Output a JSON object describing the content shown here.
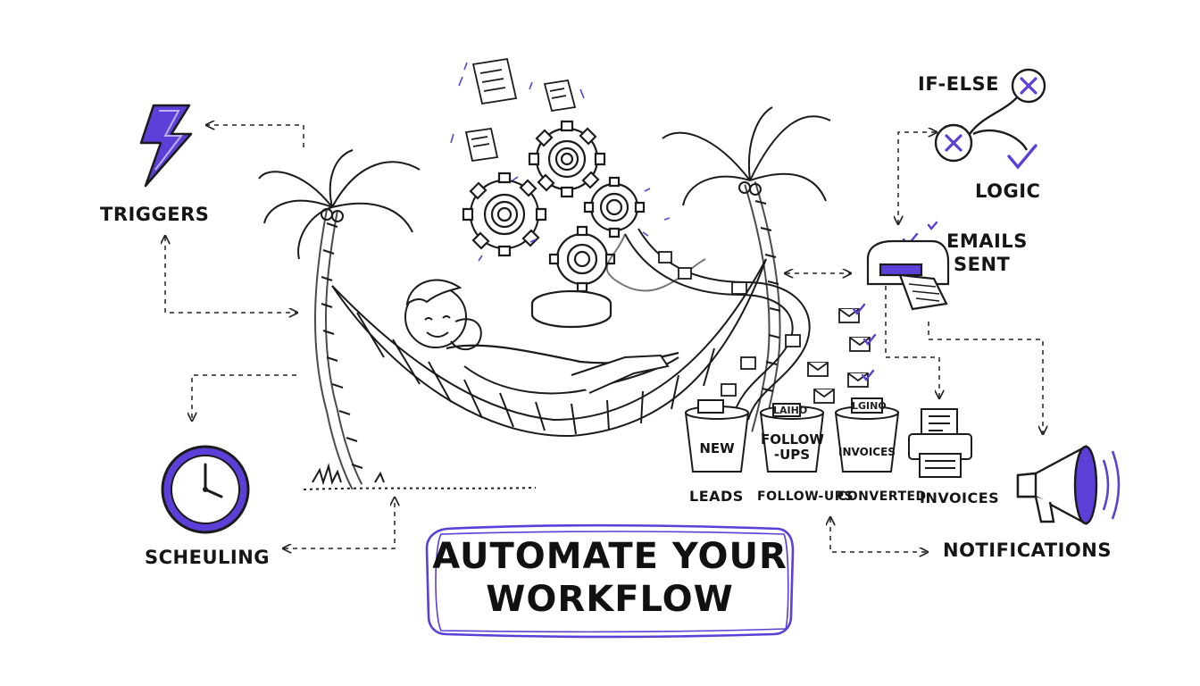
{
  "title": {
    "line1": "AUTOMATE YOUR",
    "line2": "WORKFLOW"
  },
  "labels": {
    "triggers": "TRIGGERS",
    "scheduling": "SCHEULING",
    "if_else": "IF-ELSE",
    "logic": "LOGIC",
    "emails_sent_line1": "EMAILS",
    "emails_sent_line2": "SENT",
    "notifications": "NOTIFICATIONS"
  },
  "buckets": [
    {
      "tag": "",
      "inner": "NEW",
      "caption": "LEADS"
    },
    {
      "tag": "LAIHO",
      "inner_line1": "FOLLOW",
      "inner_line2": "-UPS",
      "caption": "FOLLOW-UPS"
    },
    {
      "tag": "LGINO",
      "inner": "INVOICES",
      "caption": "CONVERTED"
    },
    {
      "tag": "",
      "inner": "",
      "caption": "INVOICES"
    }
  ],
  "colors": {
    "accent": "#5b3fd6",
    "ink": "#1b1b1b",
    "paper": "#ffffff"
  },
  "icons": [
    "lightning-icon",
    "clock-icon",
    "gear-icon",
    "palm-tree-icon",
    "hammock-icon",
    "mailbox-icon",
    "megaphone-icon",
    "printer-icon",
    "envelope-icon",
    "check-icon",
    "cross-icon"
  ]
}
